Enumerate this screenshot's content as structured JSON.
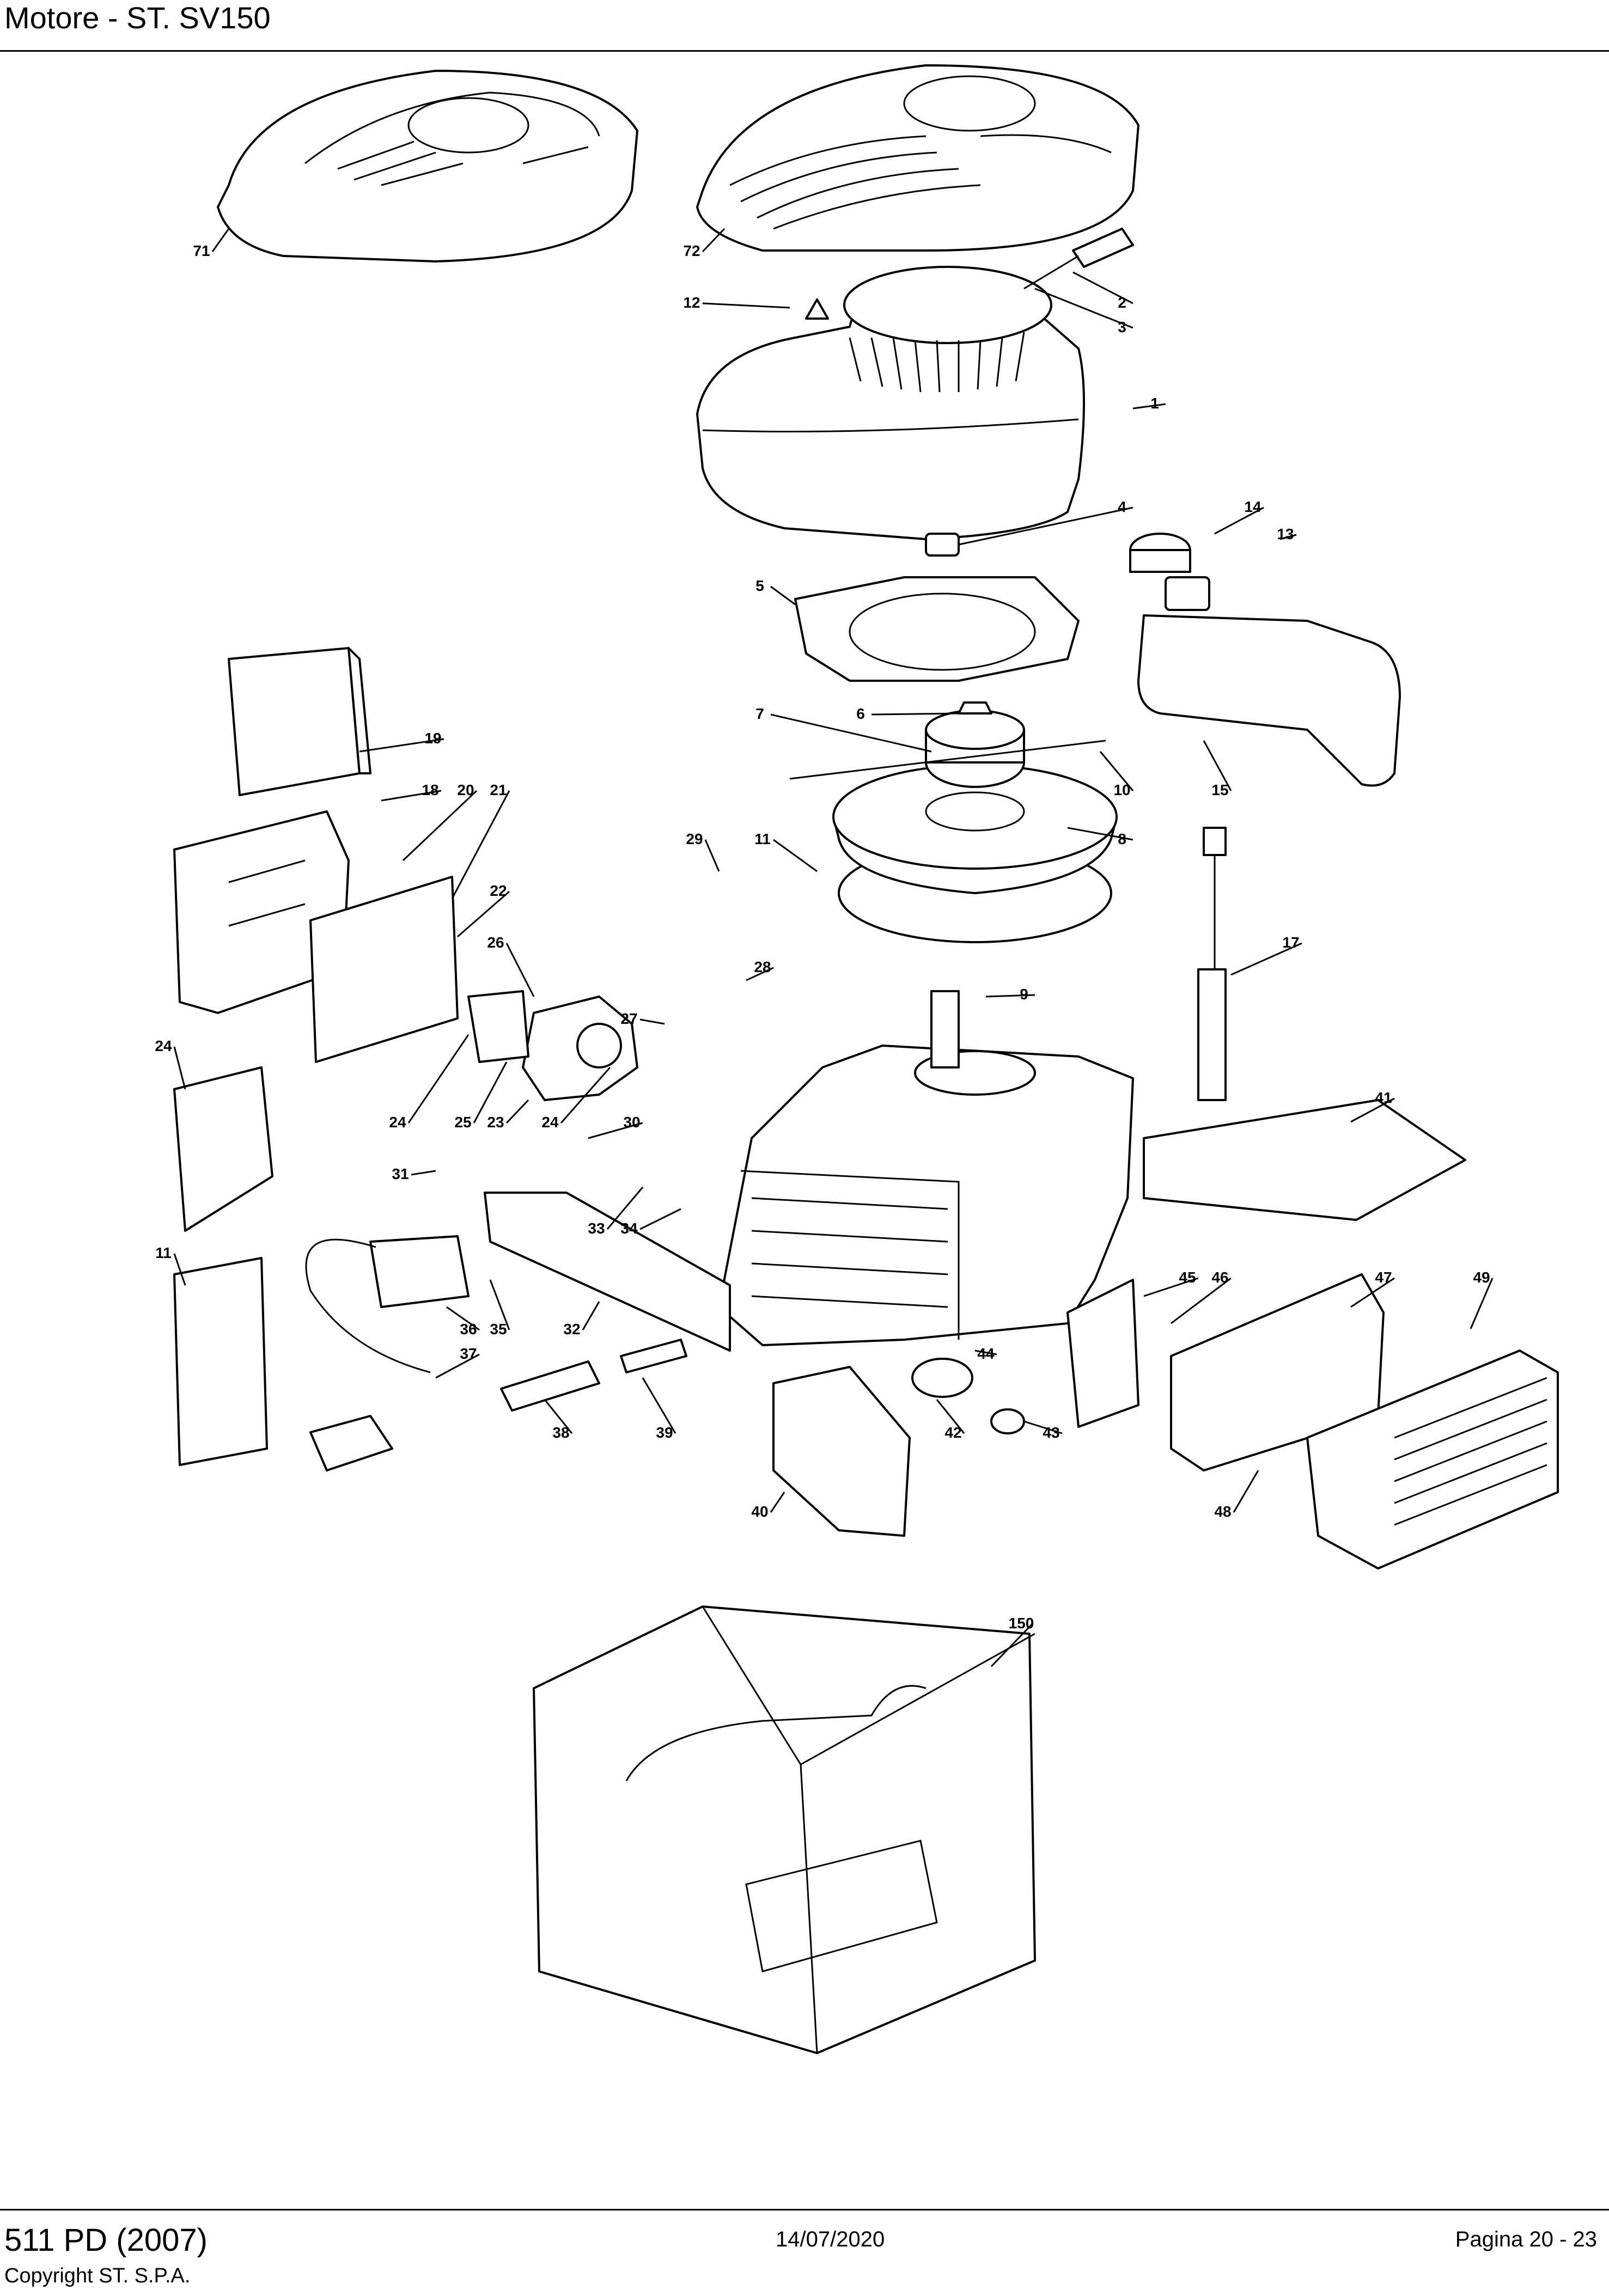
{
  "header": {
    "title": "Motore - ST. SV150"
  },
  "footer": {
    "model": "511 PD (2007)",
    "copyright": "Copyright ST. S.P.A.",
    "date": "14/07/2020",
    "page": "Pagina 20 - 23"
  },
  "callouts": [
    {
      "label": "71"
    },
    {
      "label": "72"
    },
    {
      "label": "12"
    },
    {
      "label": "2"
    },
    {
      "label": "3"
    },
    {
      "label": "1"
    },
    {
      "label": "14"
    },
    {
      "label": "13"
    },
    {
      "label": "4"
    },
    {
      "label": "5"
    },
    {
      "label": "6"
    },
    {
      "label": "7"
    },
    {
      "label": "10"
    },
    {
      "label": "15"
    },
    {
      "label": "19"
    },
    {
      "label": "18"
    },
    {
      "label": "20"
    },
    {
      "label": "21"
    },
    {
      "label": "8"
    },
    {
      "label": "29"
    },
    {
      "label": "11"
    },
    {
      "label": "22"
    },
    {
      "label": "26"
    },
    {
      "label": "28"
    },
    {
      "label": "17"
    },
    {
      "label": "9"
    },
    {
      "label": "27"
    },
    {
      "label": "24"
    },
    {
      "label": "41"
    },
    {
      "label": "24"
    },
    {
      "label": "25"
    },
    {
      "label": "23"
    },
    {
      "label": "24"
    },
    {
      "label": "30"
    },
    {
      "label": "31"
    },
    {
      "label": "33"
    },
    {
      "label": "34"
    },
    {
      "label": "11"
    },
    {
      "label": "45"
    },
    {
      "label": "46"
    },
    {
      "label": "47"
    },
    {
      "label": "49"
    },
    {
      "label": "36"
    },
    {
      "label": "35"
    },
    {
      "label": "37"
    },
    {
      "label": "32"
    },
    {
      "label": "44"
    },
    {
      "label": "38"
    },
    {
      "label": "39"
    },
    {
      "label": "42"
    },
    {
      "label": "43"
    },
    {
      "label": "40"
    },
    {
      "label": "48"
    },
    {
      "label": "150"
    }
  ]
}
